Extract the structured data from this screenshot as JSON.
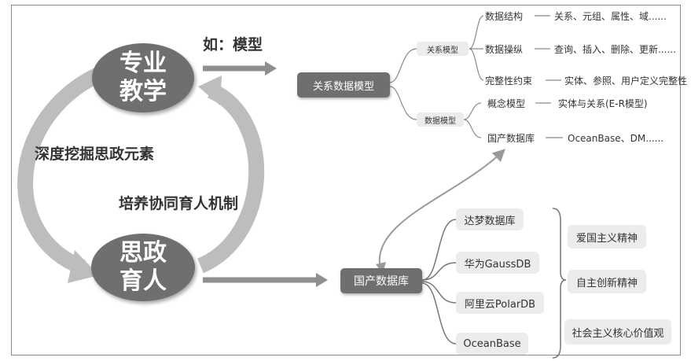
{
  "left": {
    "circle_top": "专业教学",
    "circle_bottom": "思政育人",
    "arc_left_label": "深度挖掘思政元素",
    "arc_right_label": "培养协同育人机制",
    "example_label": "如：模型"
  },
  "relational_tree": {
    "root": "关系数据模型",
    "branches": [
      {
        "label": "关系模型",
        "items": [
          {
            "name": "数据结构",
            "detail": "关系、元组、属性、域......"
          },
          {
            "name": "数据操纵",
            "detail": "查询、插入、删除、更新......"
          },
          {
            "name": "完整性约束",
            "detail": "实体、参照、用户定义完整性"
          }
        ]
      },
      {
        "label": "数据模型",
        "items": [
          {
            "name": "概念模型",
            "detail": "实体与关系(E-R模型)"
          },
          {
            "name": "国产数据库",
            "detail": "OceanBase、DM......"
          }
        ]
      }
    ]
  },
  "domestic_tree": {
    "root": "国产数据库",
    "databases": [
      "达梦数据库",
      "华为GaussDB",
      "阿里云PolarDB",
      "OceanBase"
    ],
    "values": [
      "爱国主义精神",
      "自主创新精神",
      "社会主义核心价值观"
    ]
  },
  "colors": {
    "dark_node": "#6f6f6f",
    "light_node": "#ececec",
    "arrow": "#9a9a9a",
    "arc": "#b5b5b5"
  }
}
